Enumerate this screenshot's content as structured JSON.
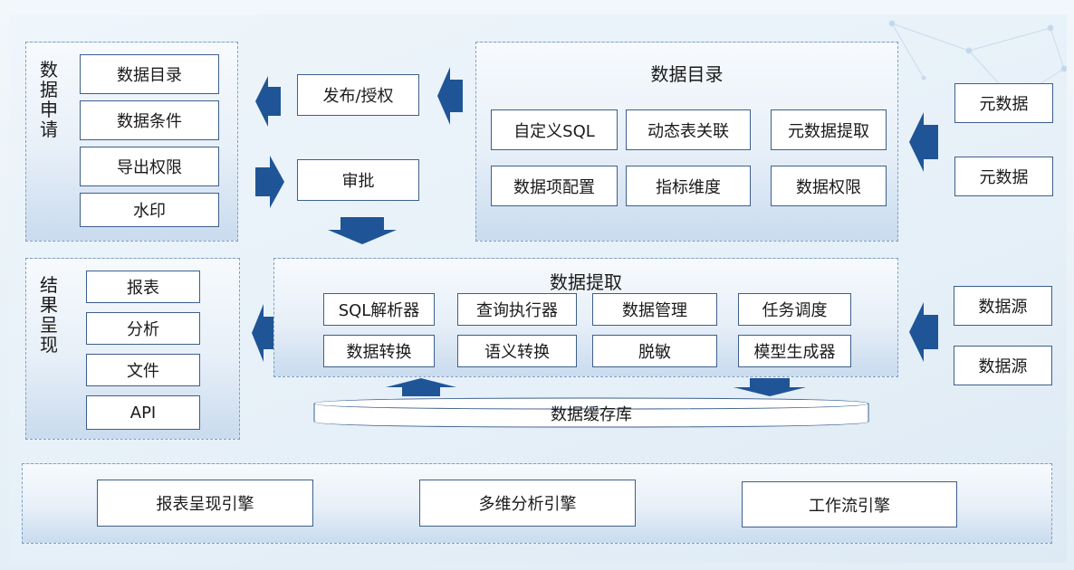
{
  "data_request": {
    "title": "数据申请",
    "items": [
      "数据目录",
      "数据条件",
      "导出权限",
      "水印"
    ]
  },
  "publish": {
    "label": "发布/授权"
  },
  "approve": {
    "label": "审批"
  },
  "catalog": {
    "title": "数据目录",
    "items": [
      "自定义SQL",
      "动态表关联",
      "元数据提取",
      "数据项配置",
      "指标维度",
      "数据权限"
    ]
  },
  "metadata": {
    "items": [
      "元数据",
      "元数据"
    ]
  },
  "result": {
    "title": "结果呈现",
    "items": [
      "报表",
      "分析",
      "文件",
      "API"
    ]
  },
  "extract": {
    "title": "数据提取",
    "items": [
      "SQL解析器",
      "查询执行器",
      "数据管理",
      "任务调度",
      "数据转换",
      "语义转换",
      "脱敏",
      "模型生成器"
    ]
  },
  "datasource": {
    "items": [
      "数据源",
      "数据源"
    ]
  },
  "cache": {
    "label": "数据缓存库"
  },
  "engines": {
    "items": [
      "报表呈现引擎",
      "多维分析引擎",
      "工作流引擎"
    ]
  },
  "colors": {
    "arrow": "#1f5596",
    "border": "#3c5f8c",
    "panel_border": "#7f9fc7"
  }
}
